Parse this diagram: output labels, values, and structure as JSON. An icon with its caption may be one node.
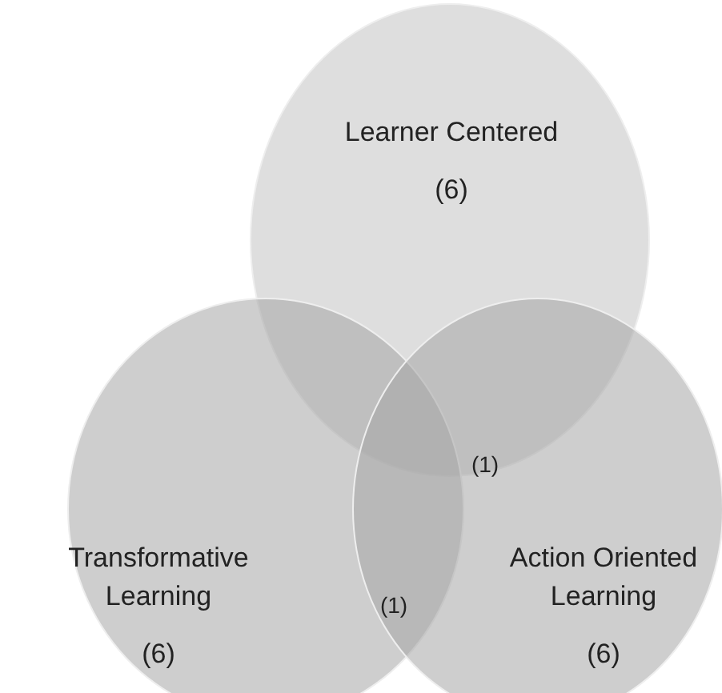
{
  "diagram": {
    "nodes": [
      {
        "text": [
          "Learner Centered",
          "(6)"
        ]
      },
      {
        "text": [
          "Transformative Learning",
          "(6)"
        ]
      },
      {
        "text": [
          "Action Oriented Learning",
          "(6)"
        ]
      }
    ],
    "labels": [
      "(1)",
      "(1)"
    ]
  }
}
